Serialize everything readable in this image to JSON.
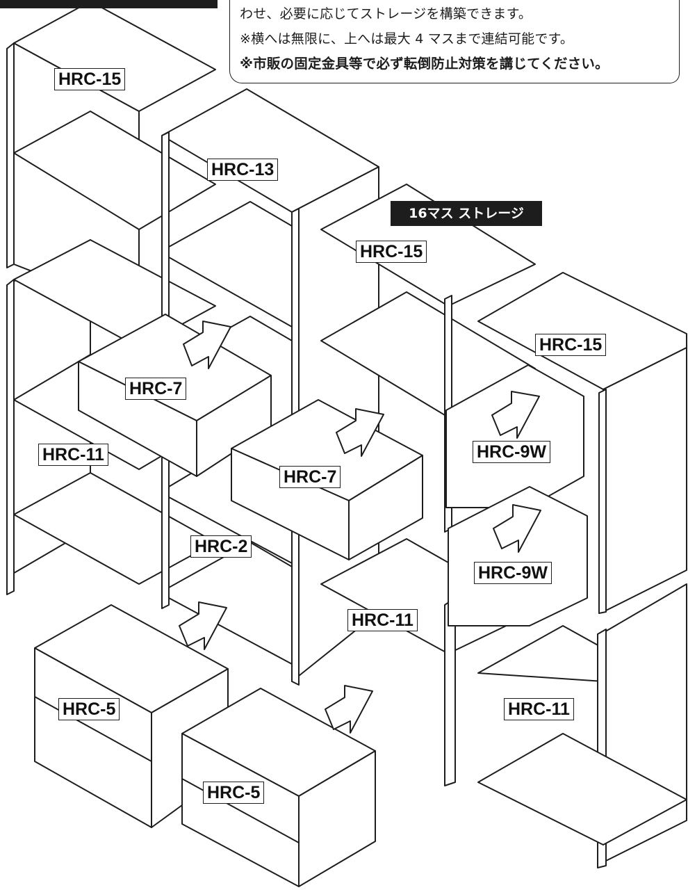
{
  "notice": {
    "line1": "わせ、必要に応じてストレージを構築できます。",
    "line2": "※横へは無限に、上へは最大 4 マスまで連結可能です。",
    "line3": "※市販の固定金具等で必ず転倒防止対策を講じてください。"
  },
  "tag": "16マス ストレージ",
  "labels": {
    "hrc15_a": "HRC-15",
    "hrc13": "HRC-13",
    "hrc15_b": "HRC-15",
    "hrc15_c": "HRC-15",
    "hrc7_a": "HRC-7",
    "hrc11_a": "HRC-11",
    "hrc7_b": "HRC-7",
    "hrc9w_a": "HRC-9W",
    "hrc2": "HRC-2",
    "hrc9w_b": "HRC-9W",
    "hrc11_b": "HRC-11",
    "hrc5_a": "HRC-5",
    "hrc11_c": "HRC-11",
    "hrc5_b": "HRC-5"
  },
  "colors": {
    "line": "#1d1d1d",
    "fill": "#ffffff"
  }
}
